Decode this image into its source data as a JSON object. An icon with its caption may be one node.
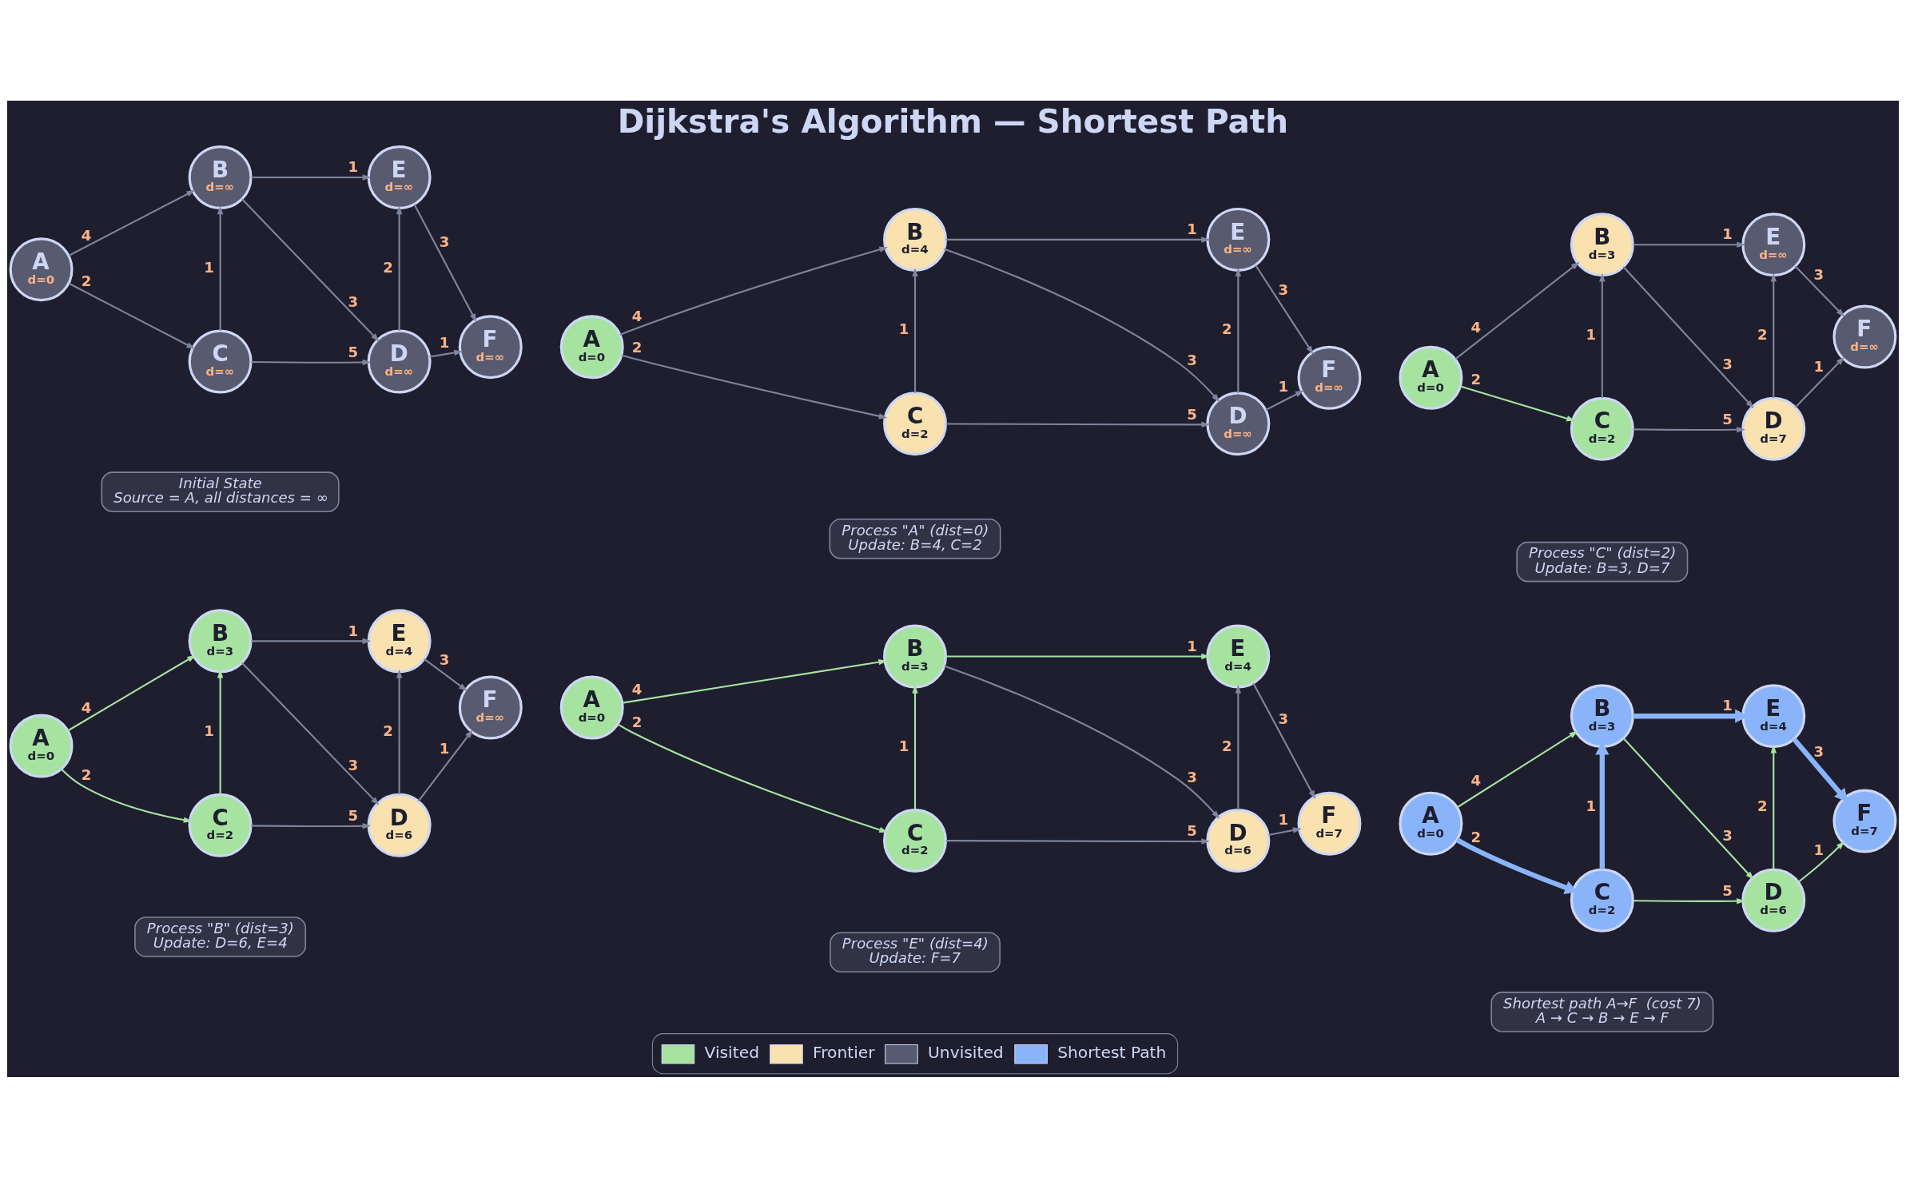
{
  "diagram": {
    "title": "Dijkstra's Algorithm — Shortest Path",
    "nodes": [
      {
        "text": [
          "A",
          "d=0"
        ]
      },
      {
        "text": [
          "B",
          "d=∞"
        ]
      },
      {
        "text": [
          "C",
          "d=∞"
        ]
      },
      {
        "text": [
          "D",
          "d=∞"
        ]
      },
      {
        "text": [
          "E",
          "d=∞"
        ]
      },
      {
        "text": [
          "F",
          "d=∞"
        ]
      },
      {
        "text": [
          "Initial State",
          "Source = A, all distances = ∞"
        ]
      },
      {
        "text": [
          "A",
          "d=0"
        ]
      },
      {
        "text": [
          "B",
          "d=4"
        ]
      },
      {
        "text": [
          "C",
          "d=2"
        ]
      },
      {
        "text": [
          "D",
          "d=∞"
        ]
      },
      {
        "text": [
          "E",
          "d=∞"
        ]
      },
      {
        "text": [
          "F",
          "d=∞"
        ]
      },
      {
        "text": [
          "Process \"A\" (dist=0)",
          "Update: B=4, C=2"
        ]
      },
      {
        "text": [
          "A",
          "d=0"
        ]
      },
      {
        "text": [
          "B",
          "d=3"
        ]
      },
      {
        "text": [
          "C",
          "d=2"
        ]
      },
      {
        "text": [
          "D",
          "d=7"
        ]
      },
      {
        "text": [
          "E",
          "d=∞"
        ]
      },
      {
        "text": [
          "F",
          "d=∞"
        ]
      },
      {
        "text": [
          "Process \"C\" (dist=2)",
          "Update: B=3, D=7"
        ]
      },
      {
        "text": [
          "A",
          "d=0"
        ]
      },
      {
        "text": [
          "B",
          "d=3"
        ]
      },
      {
        "text": [
          "C",
          "d=2"
        ]
      },
      {
        "text": [
          "D",
          "d=6"
        ]
      },
      {
        "text": [
          "E",
          "d=4"
        ]
      },
      {
        "text": [
          "F",
          "d=∞"
        ]
      },
      {
        "text": [
          "Process \"B\" (dist=3)",
          "Update: D=6, E=4"
        ]
      },
      {
        "text": [
          "A",
          "d=0"
        ]
      },
      {
        "text": [
          "B",
          "d=3"
        ]
      },
      {
        "text": [
          "C",
          "d=2"
        ]
      },
      {
        "text": [
          "D",
          "d=6"
        ]
      },
      {
        "text": [
          "E",
          "d=4"
        ]
      },
      {
        "text": [
          "F",
          "d=7"
        ]
      },
      {
        "text": [
          "Process \"E\" (dist=4)",
          "Update: F=7"
        ]
      },
      {
        "text": [
          "A",
          "d=0"
        ]
      },
      {
        "text": [
          "B",
          "d=3"
        ]
      },
      {
        "text": [
          "C",
          "d=2"
        ]
      },
      {
        "text": [
          "D",
          "d=6"
        ]
      },
      {
        "text": [
          "E",
          "d=4"
        ]
      },
      {
        "text": [
          "F",
          "d=7"
        ]
      },
      {
        "text": [
          "Shortest path A→F  (cost 7)",
          "A → C → B → E → F"
        ]
      }
    ],
    "edges": [
      {
        "from": 0,
        "to": 1,
        "arrow": "to",
        "label": "4"
      },
      {
        "from": 0,
        "to": 2,
        "arrow": "to",
        "label": "2"
      },
      {
        "from": 2,
        "to": 1,
        "arrow": "to",
        "label": "1"
      },
      {
        "from": 1,
        "to": 3,
        "arrow": "to",
        "label": "3"
      },
      {
        "from": 1,
        "to": 4,
        "arrow": "to",
        "label": "1"
      },
      {
        "from": 2,
        "to": 3,
        "arrow": "to",
        "label": "5"
      },
      {
        "from": 3,
        "to": 4,
        "arrow": "to",
        "label": "2"
      },
      {
        "from": 3,
        "to": 5,
        "arrow": "to",
        "label": "1"
      },
      {
        "from": 4,
        "to": 5,
        "arrow": "to",
        "label": "3"
      },
      {
        "from": 7,
        "to": 8,
        "arrow": "to",
        "label": "4"
      },
      {
        "from": 7,
        "to": 9,
        "arrow": "to",
        "label": "2"
      },
      {
        "from": 9,
        "to": 8,
        "arrow": "to",
        "label": "1"
      },
      {
        "from": 8,
        "to": 10,
        "arrow": "to",
        "label": "3"
      },
      {
        "from": 8,
        "to": 11,
        "arrow": "to",
        "label": "1"
      },
      {
        "from": 9,
        "to": 10,
        "arrow": "to",
        "label": "5"
      },
      {
        "from": 10,
        "to": 11,
        "arrow": "to",
        "label": "2"
      },
      {
        "from": 10,
        "to": 12,
        "arrow": "to",
        "label": "1"
      },
      {
        "from": 11,
        "to": 12,
        "arrow": "to",
        "label": "3"
      },
      {
        "from": 14,
        "to": 15,
        "arrow": "to",
        "label": "4"
      },
      {
        "from": 14,
        "to": 16,
        "arrow": "to",
        "label": "2",
        "color": "#a6e3a1"
      },
      {
        "from": 16,
        "to": 15,
        "arrow": "to",
        "label": "1"
      },
      {
        "from": 15,
        "to": 17,
        "arrow": "to",
        "label": "3"
      },
      {
        "from": 15,
        "to": 18,
        "arrow": "to",
        "label": "1"
      },
      {
        "from": 16,
        "to": 17,
        "arrow": "to",
        "label": "5"
      },
      {
        "from": 17,
        "to": 18,
        "arrow": "to",
        "label": "2"
      },
      {
        "from": 17,
        "to": 19,
        "arrow": "to",
        "label": "1"
      },
      {
        "from": 18,
        "to": 19,
        "arrow": "to",
        "label": "3"
      },
      {
        "from": 21,
        "to": 22,
        "arrow": "to",
        "label": "4",
        "color": "#a6e3a1"
      },
      {
        "from": 21,
        "to": 23,
        "arrow": "to",
        "label": "2",
        "color": "#a6e3a1"
      },
      {
        "from": 23,
        "to": 22,
        "arrow": "to",
        "label": "1",
        "color": "#a6e3a1"
      },
      {
        "from": 22,
        "to": 24,
        "arrow": "to",
        "label": "3"
      },
      {
        "from": 22,
        "to": 25,
        "arrow": "to",
        "label": "1"
      },
      {
        "from": 23,
        "to": 24,
        "arrow": "to",
        "label": "5"
      },
      {
        "from": 24,
        "to": 25,
        "arrow": "to",
        "label": "2"
      },
      {
        "from": 24,
        "to": 26,
        "arrow": "to",
        "label": "1"
      },
      {
        "from": 25,
        "to": 26,
        "arrow": "to",
        "label": "3"
      },
      {
        "from": 28,
        "to": 29,
        "arrow": "to",
        "label": "4",
        "color": "#a6e3a1"
      },
      {
        "from": 28,
        "to": 30,
        "arrow": "to",
        "label": "2",
        "color": "#a6e3a1"
      },
      {
        "from": 30,
        "to": 29,
        "arrow": "to",
        "label": "1",
        "color": "#a6e3a1"
      },
      {
        "from": 29,
        "to": 31,
        "arrow": "to",
        "label": "3"
      },
      {
        "from": 29,
        "to": 32,
        "arrow": "to",
        "label": "1",
        "color": "#a6e3a1"
      },
      {
        "from": 30,
        "to": 31,
        "arrow": "to",
        "label": "5"
      },
      {
        "from": 31,
        "to": 32,
        "arrow": "to",
        "label": "2"
      },
      {
        "from": 31,
        "to": 33,
        "arrow": "to",
        "label": "1"
      },
      {
        "from": 32,
        "to": 33,
        "arrow": "to",
        "label": "3"
      },
      {
        "from": 35,
        "to": 36,
        "arrow": "to",
        "label": "4",
        "color": "#a6e3a1"
      },
      {
        "from": 35,
        "to": 37,
        "arrow": "to",
        "label": "2",
        "style": "thick",
        "color": "#89b4fa"
      },
      {
        "from": 37,
        "to": 36,
        "arrow": "to",
        "label": "1",
        "style": "thick",
        "color": "#89b4fa"
      },
      {
        "from": 36,
        "to": 38,
        "arrow": "to",
        "label": "3",
        "color": "#a6e3a1"
      },
      {
        "from": 36,
        "to": 39,
        "arrow": "to",
        "label": "1",
        "style": "thick",
        "color": "#89b4fa"
      },
      {
        "from": 37,
        "to": 38,
        "arrow": "to",
        "label": "5",
        "color": "#a6e3a1"
      },
      {
        "from": 38,
        "to": 39,
        "arrow": "to",
        "label": "2",
        "color": "#a6e3a1"
      },
      {
        "from": 38,
        "to": 40,
        "arrow": "to",
        "label": "1",
        "color": "#a6e3a1"
      },
      {
        "from": 39,
        "to": 40,
        "arrow": "to",
        "label": "3",
        "style": "thick",
        "color": "#89b4fa"
      }
    ],
    "legend": [
      {
        "text": "Visited",
        "color": "#a6e3a1"
      },
      {
        "text": "Frontier",
        "color": "#f9e2af"
      },
      {
        "text": "Unvisited",
        "color": "#585b70"
      },
      {
        "text": "Shortest Path",
        "color": "#89b4fa"
      }
    ]
  }
}
